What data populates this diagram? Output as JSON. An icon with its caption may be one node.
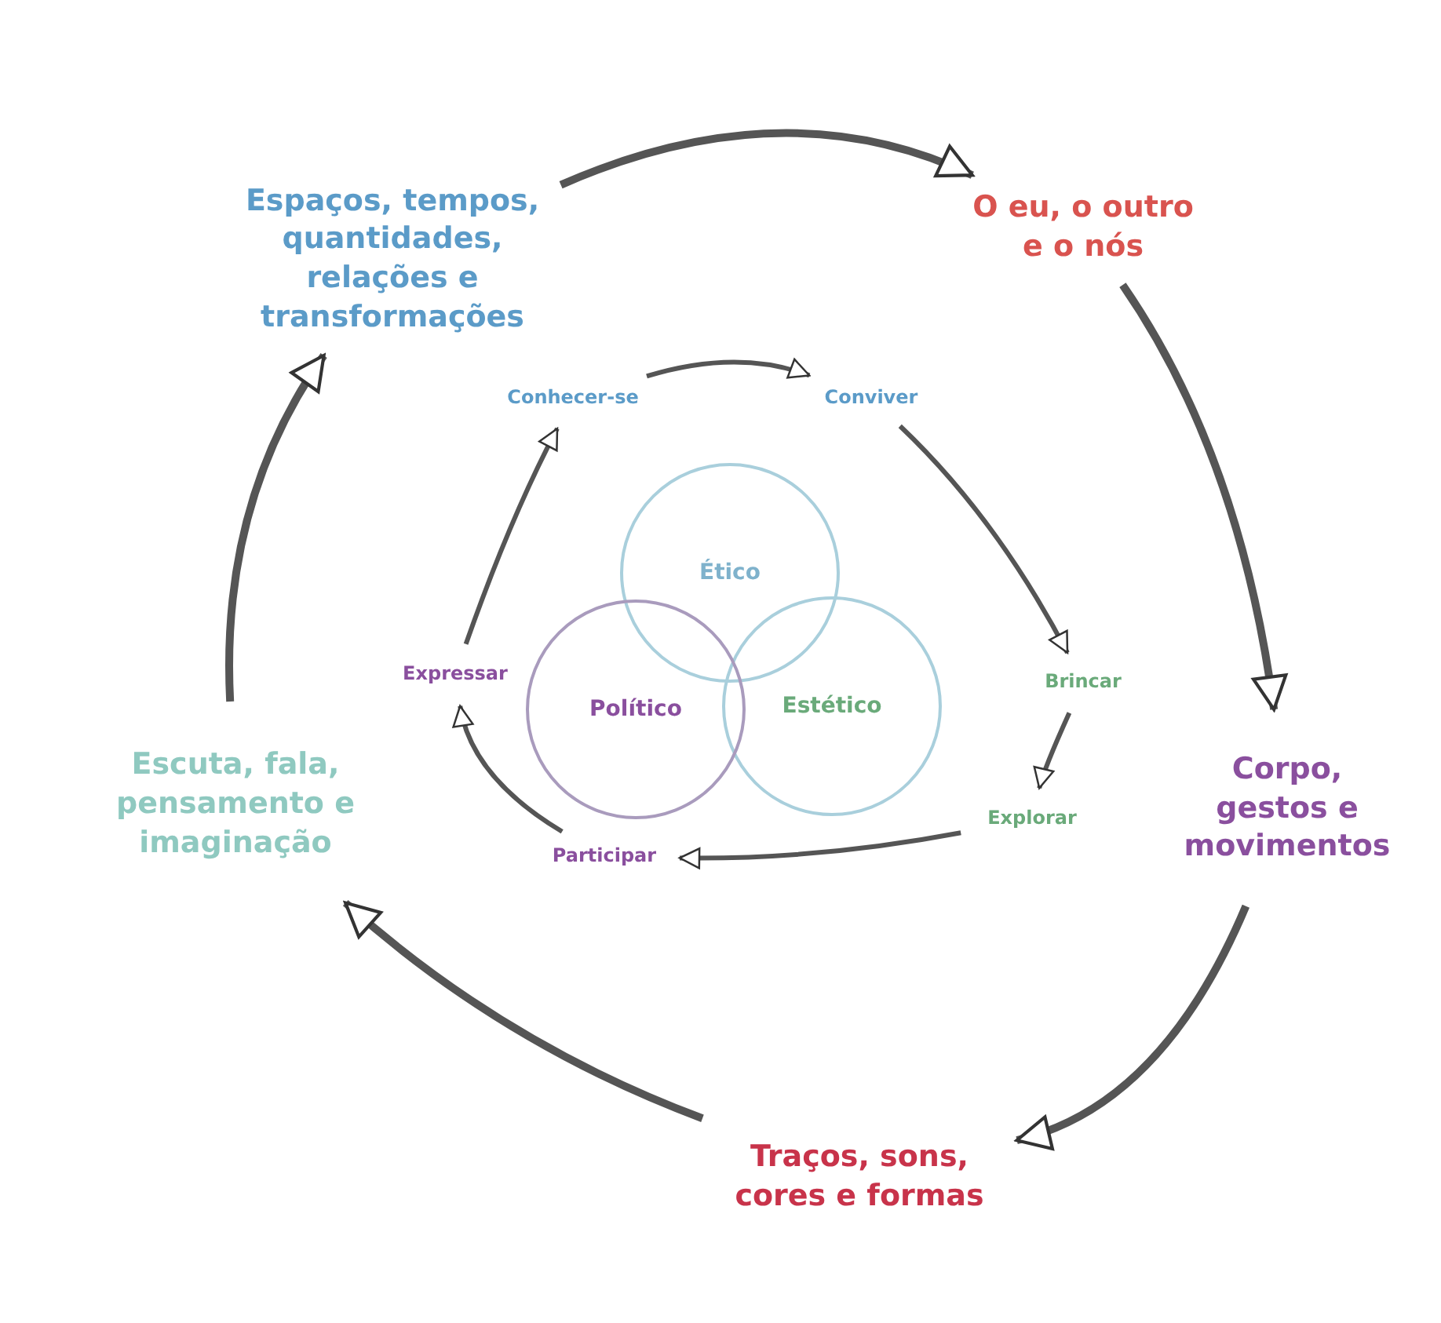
{
  "diagram": {
    "nodes": [
      {
        "text": [
          "Espaços, tempos, quantidades, relações e transformações"
        ]
      },
      {
        "text": [
          "O eu, o outro e o nós"
        ]
      },
      {
        "text": [
          "Corpo, gestos e movimentos"
        ]
      },
      {
        "text": [
          "Traços, sons, cores e formas"
        ]
      },
      {
        "text": [
          "Escuta, fala, pensamento e imaginação"
        ]
      },
      {
        "text": [
          "Conhecer-se"
        ]
      },
      {
        "text": [
          "Conviver"
        ]
      },
      {
        "text": [
          "Brincar"
        ]
      },
      {
        "text": [
          "Explorar"
        ]
      },
      {
        "text": [
          "Participar"
        ]
      },
      {
        "text": [
          "Expressar"
        ]
      },
      {
        "text": [
          "Ético"
        ]
      },
      {
        "text": [
          "Estético"
        ]
      },
      {
        "text": [
          "Político"
        ]
      }
    ],
    "edges": [
      {
        "from": 0,
        "to": 1,
        "arrow": "to"
      },
      {
        "from": 1,
        "to": 2,
        "arrow": "to"
      },
      {
        "from": 2,
        "to": 3,
        "arrow": "to"
      },
      {
        "from": 3,
        "to": 4,
        "arrow": "to"
      },
      {
        "from": 4,
        "to": 0,
        "arrow": "to"
      },
      {
        "from": 5,
        "to": 6,
        "arrow": "to"
      },
      {
        "from": 6,
        "to": 7,
        "arrow": "to"
      },
      {
        "from": 7,
        "to": 8,
        "arrow": "to"
      },
      {
        "from": 8,
        "to": 9,
        "arrow": "to"
      },
      {
        "from": 9,
        "to": 10,
        "arrow": "to"
      },
      {
        "from": 10,
        "to": 5,
        "arrow": "to"
      }
    ]
  }
}
